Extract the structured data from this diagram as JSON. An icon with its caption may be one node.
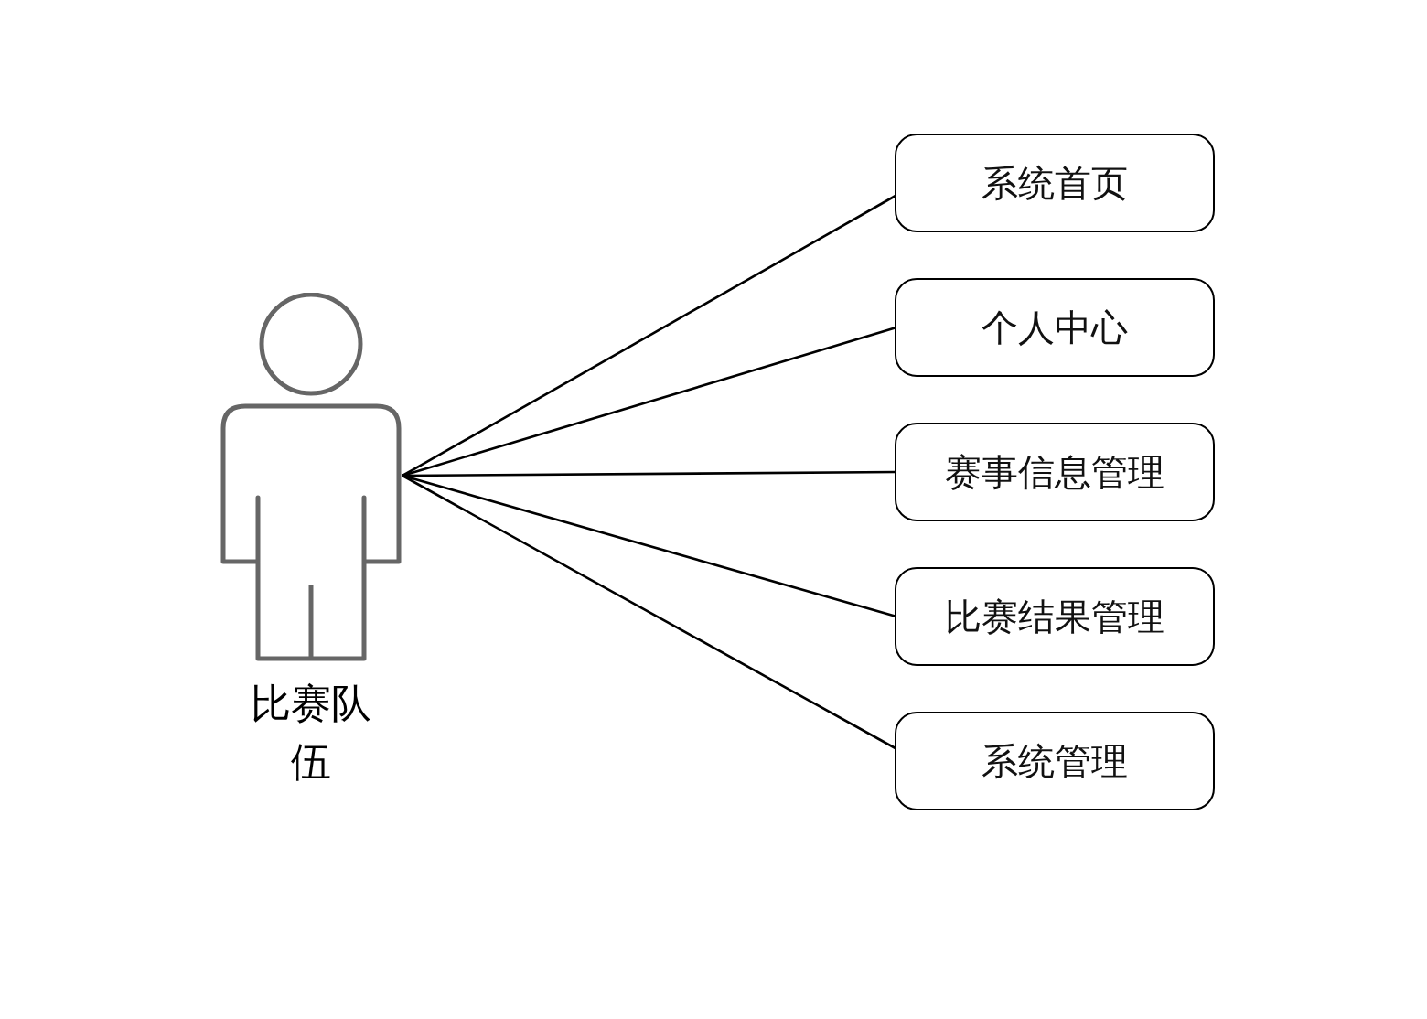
{
  "diagram": {
    "nodes": [
      {
        "text": [
          "比赛队伍"
        ]
      },
      {
        "text": [
          "系统首页"
        ]
      },
      {
        "text": [
          "个人中心"
        ]
      },
      {
        "text": [
          "赛事信息管理"
        ]
      },
      {
        "text": [
          "比赛结果管理"
        ]
      },
      {
        "text": [
          "系统管理"
        ]
      }
    ],
    "edges": [
      {
        "from": 0,
        "to": 1,
        "arrow": "none"
      },
      {
        "from": 0,
        "to": 2,
        "arrow": "none"
      },
      {
        "from": 0,
        "to": 3,
        "arrow": "none"
      },
      {
        "from": 0,
        "to": 4,
        "arrow": "none"
      },
      {
        "from": 0,
        "to": 5,
        "arrow": "none"
      }
    ]
  }
}
